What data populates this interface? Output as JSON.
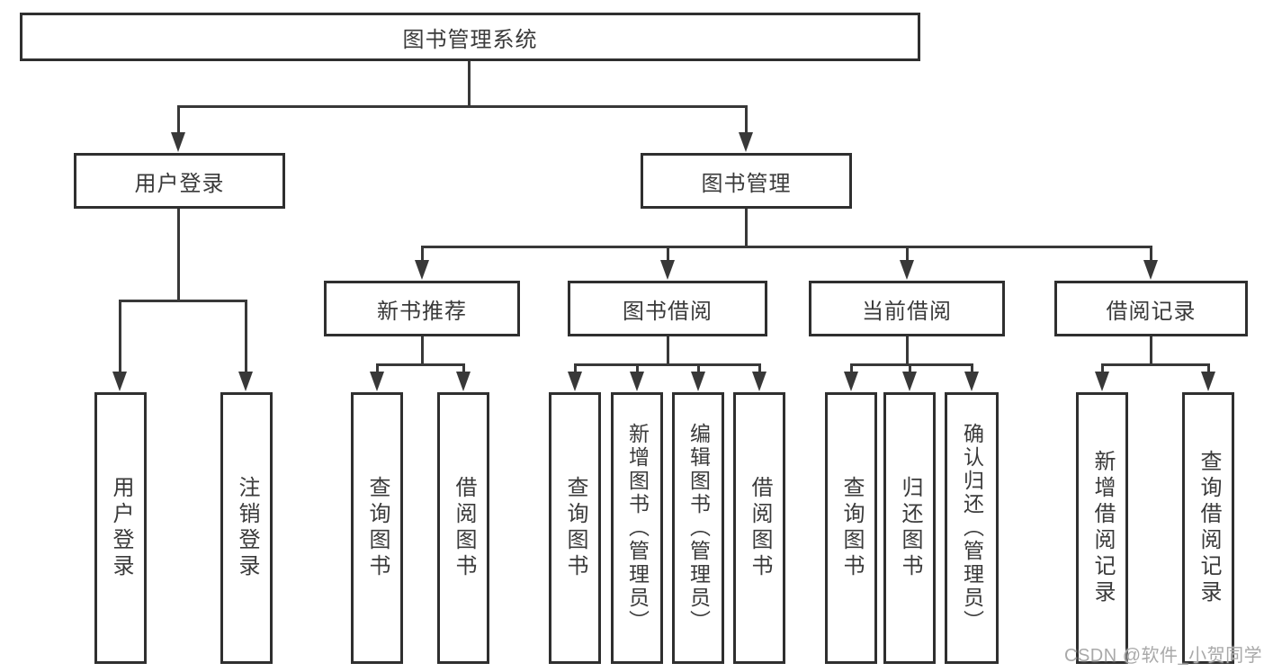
{
  "diagram_title": "图书管理系统",
  "colors": {
    "background": "#ffffff",
    "box_border": "#2f2f2f",
    "connector_line": "#383838",
    "text": "#3a3a3a",
    "watermark": "#a9a9a9"
  },
  "tree": {
    "root": {
      "label": "图书管理系统"
    },
    "branches": [
      {
        "label": "用户登录",
        "children": [
          {
            "label": "用户登录"
          },
          {
            "label": "注销登录"
          }
        ]
      },
      {
        "label": "图书管理",
        "children": [
          {
            "label": "新书推荐",
            "children": [
              {
                "label": "查询图书"
              },
              {
                "label": "借阅图书"
              }
            ]
          },
          {
            "label": "图书借阅",
            "children": [
              {
                "label": "查询图书"
              },
              {
                "label": "新增图书（管理员）"
              },
              {
                "label": "编辑图书（管理员）"
              },
              {
                "label": "借阅图书"
              }
            ]
          },
          {
            "label": "当前借阅",
            "children": [
              {
                "label": "查询图书"
              },
              {
                "label": "归还图书"
              },
              {
                "label": "确认归还（管理员）"
              }
            ]
          },
          {
            "label": "借阅记录",
            "children": [
              {
                "label": "新增借阅记录"
              },
              {
                "label": "查询借阅记录"
              }
            ]
          }
        ]
      }
    ]
  },
  "watermark": {
    "text": "CSDN @软件_小贺同学"
  }
}
